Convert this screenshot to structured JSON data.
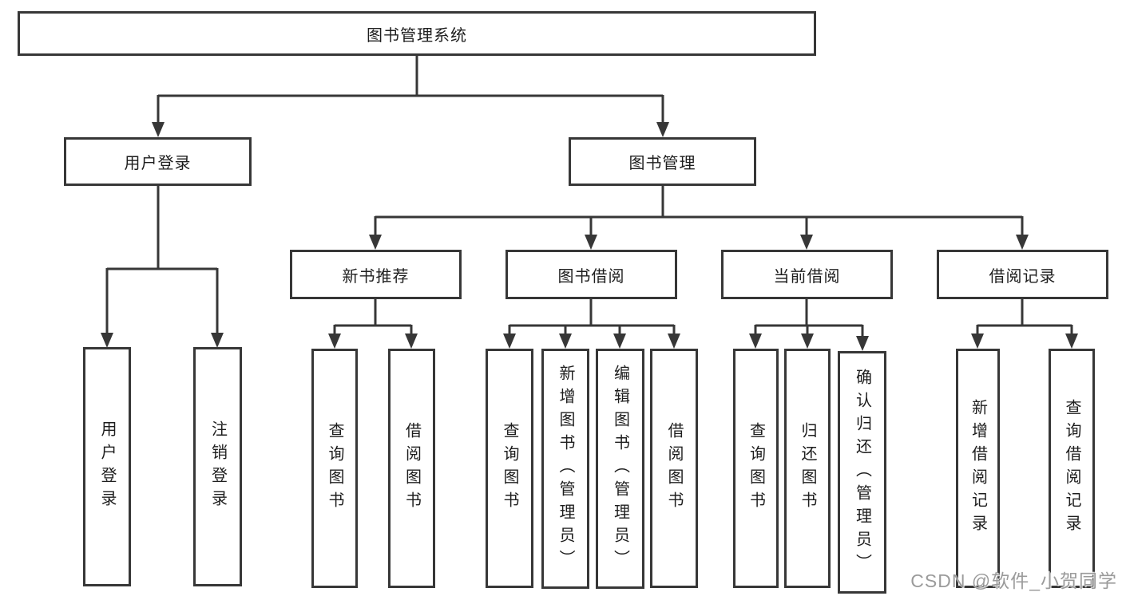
{
  "diagram": {
    "root_label": "图书管理系统",
    "user_login": {
      "label": "用户登录",
      "children": [
        "用户登录",
        "注销登录"
      ]
    },
    "book_mgmt": {
      "label": "图书管理",
      "sections": [
        {
          "label": "新书推荐",
          "children": [
            "查询图书",
            "借阅图书"
          ]
        },
        {
          "label": "图书借阅",
          "children": [
            "查询图书",
            "新增图书（管理员）",
            "编辑图书（管理员）",
            "借阅图书"
          ]
        },
        {
          "label": "当前借阅",
          "children": [
            "查询图书",
            "归还图书",
            "确认归还（管理员）"
          ]
        },
        {
          "label": "借阅记录",
          "children": [
            "新增借阅记录",
            "查询借阅记录"
          ]
        }
      ]
    },
    "line_color": "#373737"
  },
  "watermark": {
    "text": "CSDN @软件_小贺同学"
  }
}
